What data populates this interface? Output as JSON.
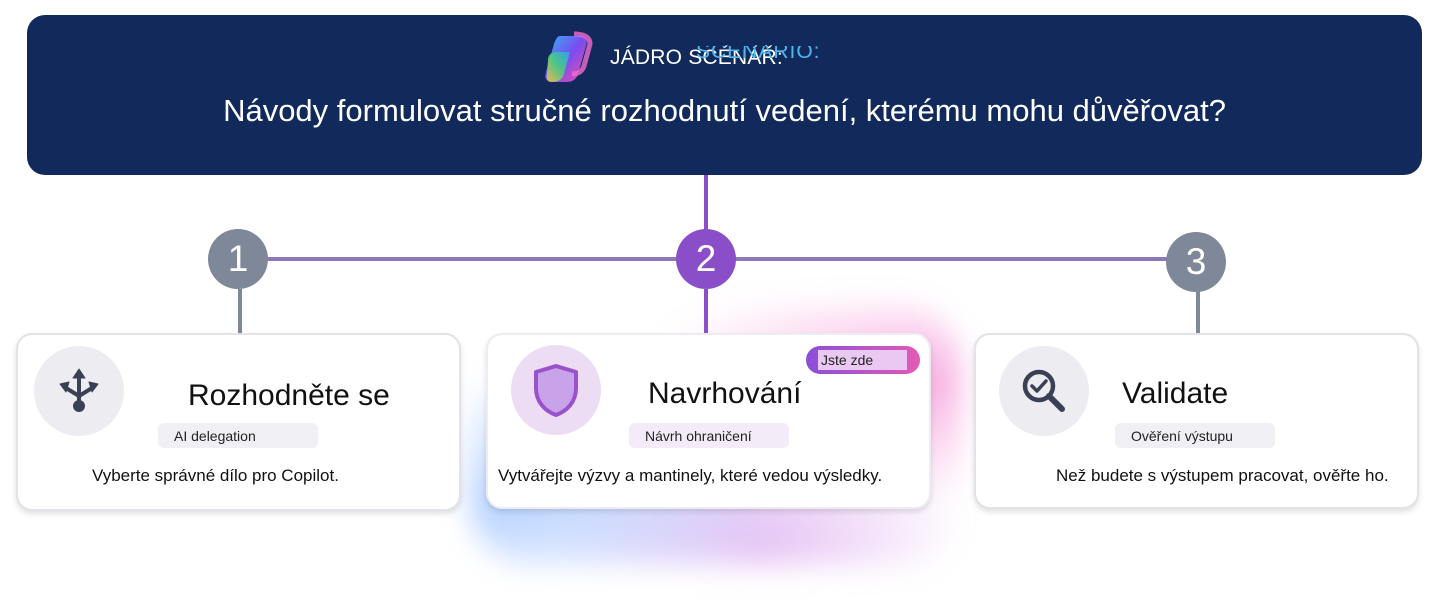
{
  "header": {
    "kicker": "JÁDRO SCÉNÁŘ:",
    "kicker_ghost": "SCENARIO:",
    "question": "Návody formulovat stručné rozhodnutí vedení, kterému mohu důvěřovat?"
  },
  "steps": [
    {
      "number": "1",
      "title": "Rozhodněte se",
      "tag": "AI delegation",
      "description": "Vyberte správné dílo pro Copilot."
    },
    {
      "number": "2",
      "title": "Navrhování",
      "tag": "Návrh ohraničení",
      "description": "Vytvářejte výzvy a mantinely, které vedou výsledky.",
      "badge": "Jste zde"
    },
    {
      "number": "3",
      "title": "Validate",
      "tag": "Ověření výstupu",
      "description": "Než budete s výstupem pracovat, ověřte ho."
    }
  ],
  "colors": {
    "header_bg": "#112a5b",
    "active": "#8a4fc8",
    "inactive": "#7f8898",
    "icon_fill": "#3a4154"
  },
  "icons": [
    "copilot-logo",
    "split-arrows-icon",
    "shield-icon",
    "search-check-icon"
  ]
}
